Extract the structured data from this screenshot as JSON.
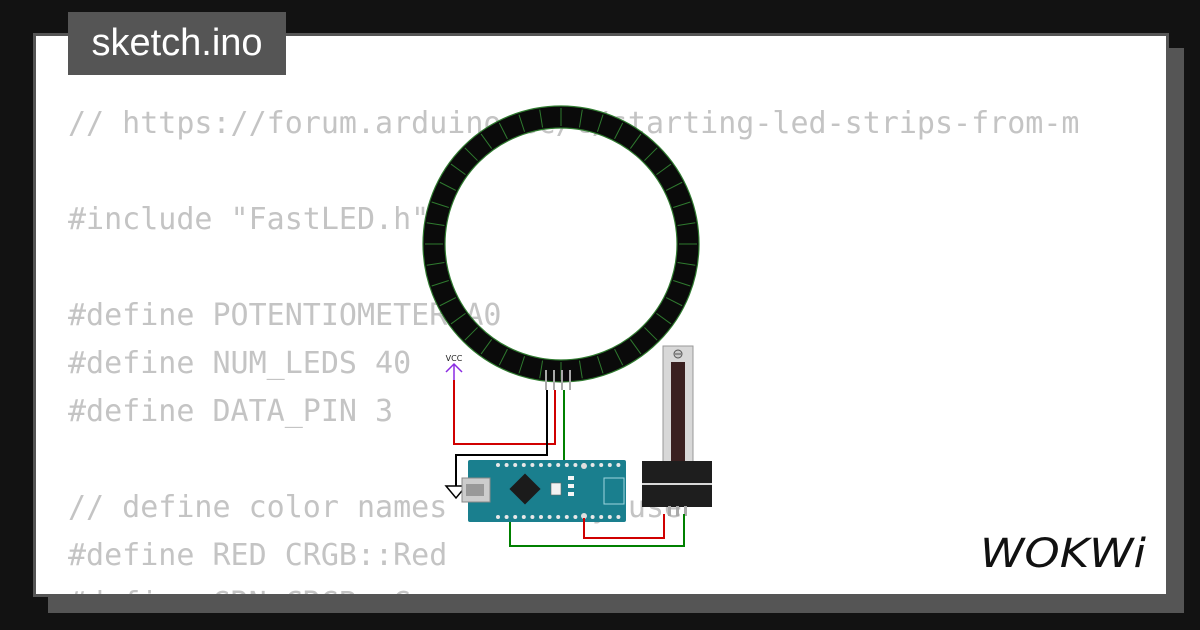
{
  "file_tab": {
    "label": "sketch.ino"
  },
  "code_lines": [
    "// https://forum.arduino.cc/t/starting-led-strips-from-m",
    "",
    "#include \"FastLED.h\"",
    "",
    "#define POTENTIOMETER A0",
    "#define NUM_LEDS 40",
    "#define DATA_PIN 3",
    "",
    "// define color names for easy use",
    "#define RED CRGB::Red",
    "#define GRN CRGB::Green"
  ],
  "circuit": {
    "vcc_label": "VCC",
    "components": [
      "neopixel-ring",
      "arduino-nano",
      "slide-potentiometer",
      "ground-symbol",
      "vcc-symbol"
    ],
    "wire_colors": {
      "power": "#d00000",
      "ground": "#000000",
      "signal": "#008000"
    },
    "vcc_color": "#8a2be2"
  },
  "brand": {
    "logo_text": "WOKWi",
    "logo_color": "#111111"
  },
  "colors": {
    "background": "#121212",
    "card": "#ffffff",
    "frame": "#555555",
    "code_text": "#c4c4c4",
    "board": "#1a7f8e"
  }
}
